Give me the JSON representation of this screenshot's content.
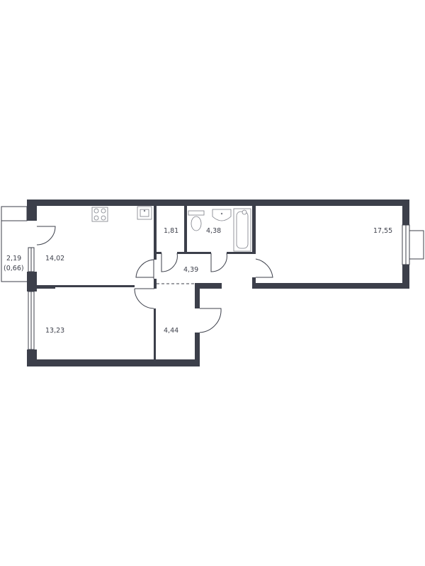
{
  "rooms": {
    "kitchen": {
      "area": "14,02"
    },
    "storage": {
      "area": "1,81"
    },
    "bathroom": {
      "area": "4,38"
    },
    "living_room": {
      "area": "17,55"
    },
    "hallway": {
      "area": "4,39"
    },
    "bedroom": {
      "area": "13,23"
    },
    "entrance_hall": {
      "area": "4,44"
    },
    "balcony": {
      "area": "2,19",
      "area_reduced": "(0,66)"
    }
  },
  "colors": {
    "wall": "#3c3f4a",
    "fixture": "#7a7d86",
    "background": "#ffffff"
  }
}
